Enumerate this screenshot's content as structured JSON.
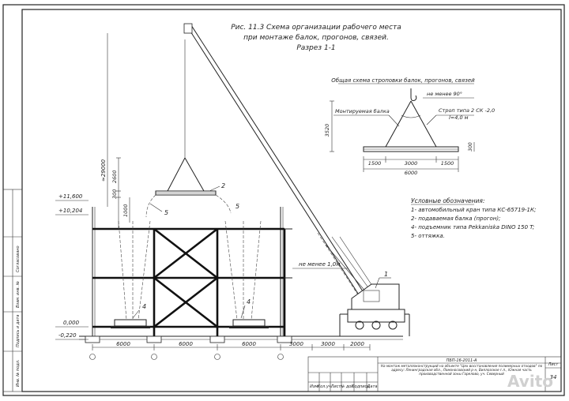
{
  "title": {
    "line1": "Рис. 11.3  Схема организации рабочего места",
    "line2": "при монтаже балок, прогонов, связей.",
    "line3": "Разрез 1-1"
  },
  "sling_scheme": {
    "title": "Общая схема строповки балок, прогонов, связей",
    "angle_label": "не менее 90°",
    "beam_label": "Монтируемая балка",
    "sling_label": "Строп типа 2 СК -2,0",
    "sling_length": "l=4,0 м",
    "height_dim": "3520",
    "small_height_dim": "300",
    "segments": [
      "1500",
      "3000",
      "1500"
    ],
    "total": "6000"
  },
  "legend": {
    "title": "Условные обозначения:",
    "items": [
      "1- автомобильный кран типа КС-65719-1К;",
      "2- подаваемая балка (прогон);",
      "4- подъемник типа Pekkaniska DINO 150 T;",
      "5- оттяжка."
    ]
  },
  "levels": {
    "top1": "+11,600",
    "top2": "+10,204",
    "zero": "0,000",
    "bottom": "-0,220"
  },
  "dims": {
    "crane_height": "≈29000",
    "sling_v1": "300",
    "sling_v2": "2600",
    "beam_gap": "1000",
    "min_distance": "не менее 1,0м",
    "spans": [
      "6000",
      "6000",
      "6000",
      "3000",
      "3000",
      "2000"
    ]
  },
  "callouts": {
    "crane": "1",
    "beam": "2",
    "lift_left": "4",
    "lift_right": "4",
    "guy_left": "5",
    "guy_right": "5"
  },
  "stamp": {
    "code": "ПБП-16-2011-А",
    "project": "На монтаж металлоконструкций на объекте \"Цех восстановления полимерных отходов\" по адресу: Ленинградская обл., Ломоносовский р-н, Виллозское г.п., Южная часть производственной зоны Горелово, уч. Северный",
    "sheet_label": "Лист",
    "sheet_no": "34",
    "headers": [
      "Изм.",
      "Кол.уч.",
      "Лист",
      "№ док.",
      "Подпись",
      "Дата"
    ]
  },
  "side_stamp": [
    "Инв. № подл.",
    "Подпись и дата",
    "Взам. инв. №",
    "Согласовано"
  ],
  "watermark": "Avito"
}
